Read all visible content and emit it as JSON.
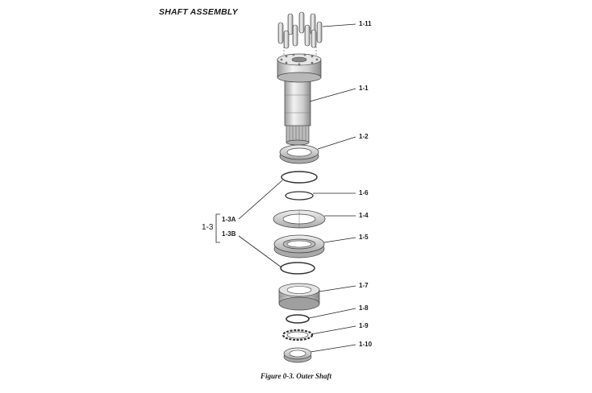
{
  "title": "SHAFT ASSEMBLY",
  "caption": "Figure 0-3. Outer Shaft",
  "group": {
    "label": "1-3"
  },
  "callouts": {
    "c1_11": "1-11",
    "c1_1": "1-1",
    "c1_2": "1-2",
    "c1_6": "1-6",
    "c1_4": "1-4",
    "c1_5": "1-5",
    "c1_3a": "1-3A",
    "c1_3b": "1-3B",
    "c1_7": "1-7",
    "c1_8": "1-8",
    "c1_9": "1-9",
    "c1_10": "1-10"
  },
  "colors": {
    "part_fill": "#d9d9d9",
    "part_light": "#eeeeee",
    "part_dark": "#9a9a9a",
    "outline": "#3a3a3a",
    "leader": "#222222"
  }
}
